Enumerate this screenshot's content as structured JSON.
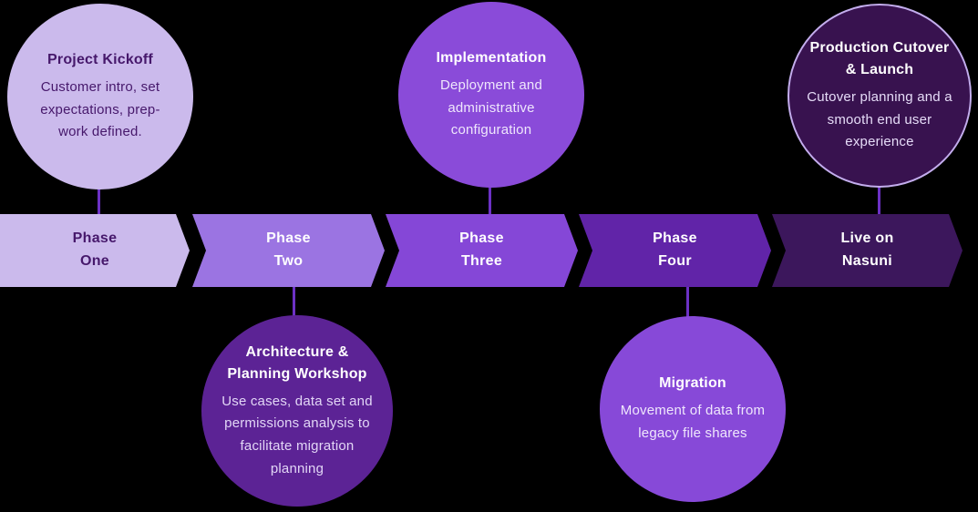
{
  "diagram": {
    "description": "Five-phase onboarding timeline with milestone circles",
    "background_color": "#000000",
    "connector_color": "#6c31c5"
  },
  "phases": [
    {
      "label": "Phase\nOne",
      "color": "#cbbaec",
      "text_color": "#46186b"
    },
    {
      "label": "Phase\nTwo",
      "color": "#9b74e2",
      "text_color": "#ffffff"
    },
    {
      "label": "Phase\nThree",
      "color": "#8547d7",
      "text_color": "#ffffff"
    },
    {
      "label": "Phase\nFour",
      "color": "#6124a8",
      "text_color": "#ffffff"
    },
    {
      "label": "Live on\nNasuni",
      "color": "#3c175c",
      "text_color": "#ffffff"
    }
  ],
  "milestones": [
    {
      "id": "project-kickoff",
      "position": "top",
      "title": "Project Kickoff",
      "description": "Customer intro, set expectations, prep-work defined.",
      "color": "#cbbaec",
      "text_color": "#46186b"
    },
    {
      "id": "architecture-planning-workshop",
      "position": "bottom",
      "title": "Architecture & Planning Workshop",
      "description": "Use cases, data set and permissions analysis to facilitate migration planning",
      "color": "#5c2395",
      "text_color": "#ffffff",
      "desc_color": "#e2d6f6"
    },
    {
      "id": "implementation",
      "position": "top",
      "title": "Implementation",
      "description": "Deployment and administrative configuration",
      "color": "#8a4bd9",
      "text_color": "#ffffff",
      "desc_color": "#efe7fc"
    },
    {
      "id": "migration",
      "position": "bottom",
      "title": "Migration",
      "description": "Movement of data from legacy file shares",
      "color": "#8749d8",
      "text_color": "#ffffff",
      "desc_color": "#efe7fc"
    },
    {
      "id": "production-cutover-launch",
      "position": "top",
      "title": "Production Cutover & Launch",
      "description": "Cutover planning and a smooth end user experience",
      "color": "#38124f",
      "border_color": "#c3aded",
      "text_color": "#ffffff",
      "desc_color": "#e6dcf8"
    }
  ]
}
